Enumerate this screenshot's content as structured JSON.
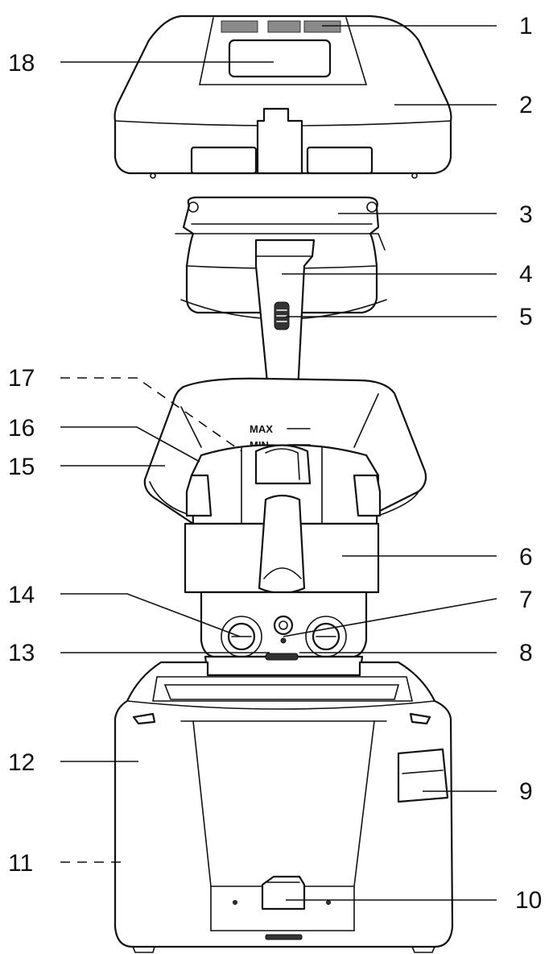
{
  "diagram": {
    "level_marks": {
      "max": "MAX",
      "min": "MIN"
    },
    "callouts": [
      "1",
      "2",
      "3",
      "4",
      "5",
      "6",
      "7",
      "8",
      "9",
      "10",
      "11",
      "12",
      "13",
      "14",
      "15",
      "16",
      "17",
      "18"
    ]
  }
}
